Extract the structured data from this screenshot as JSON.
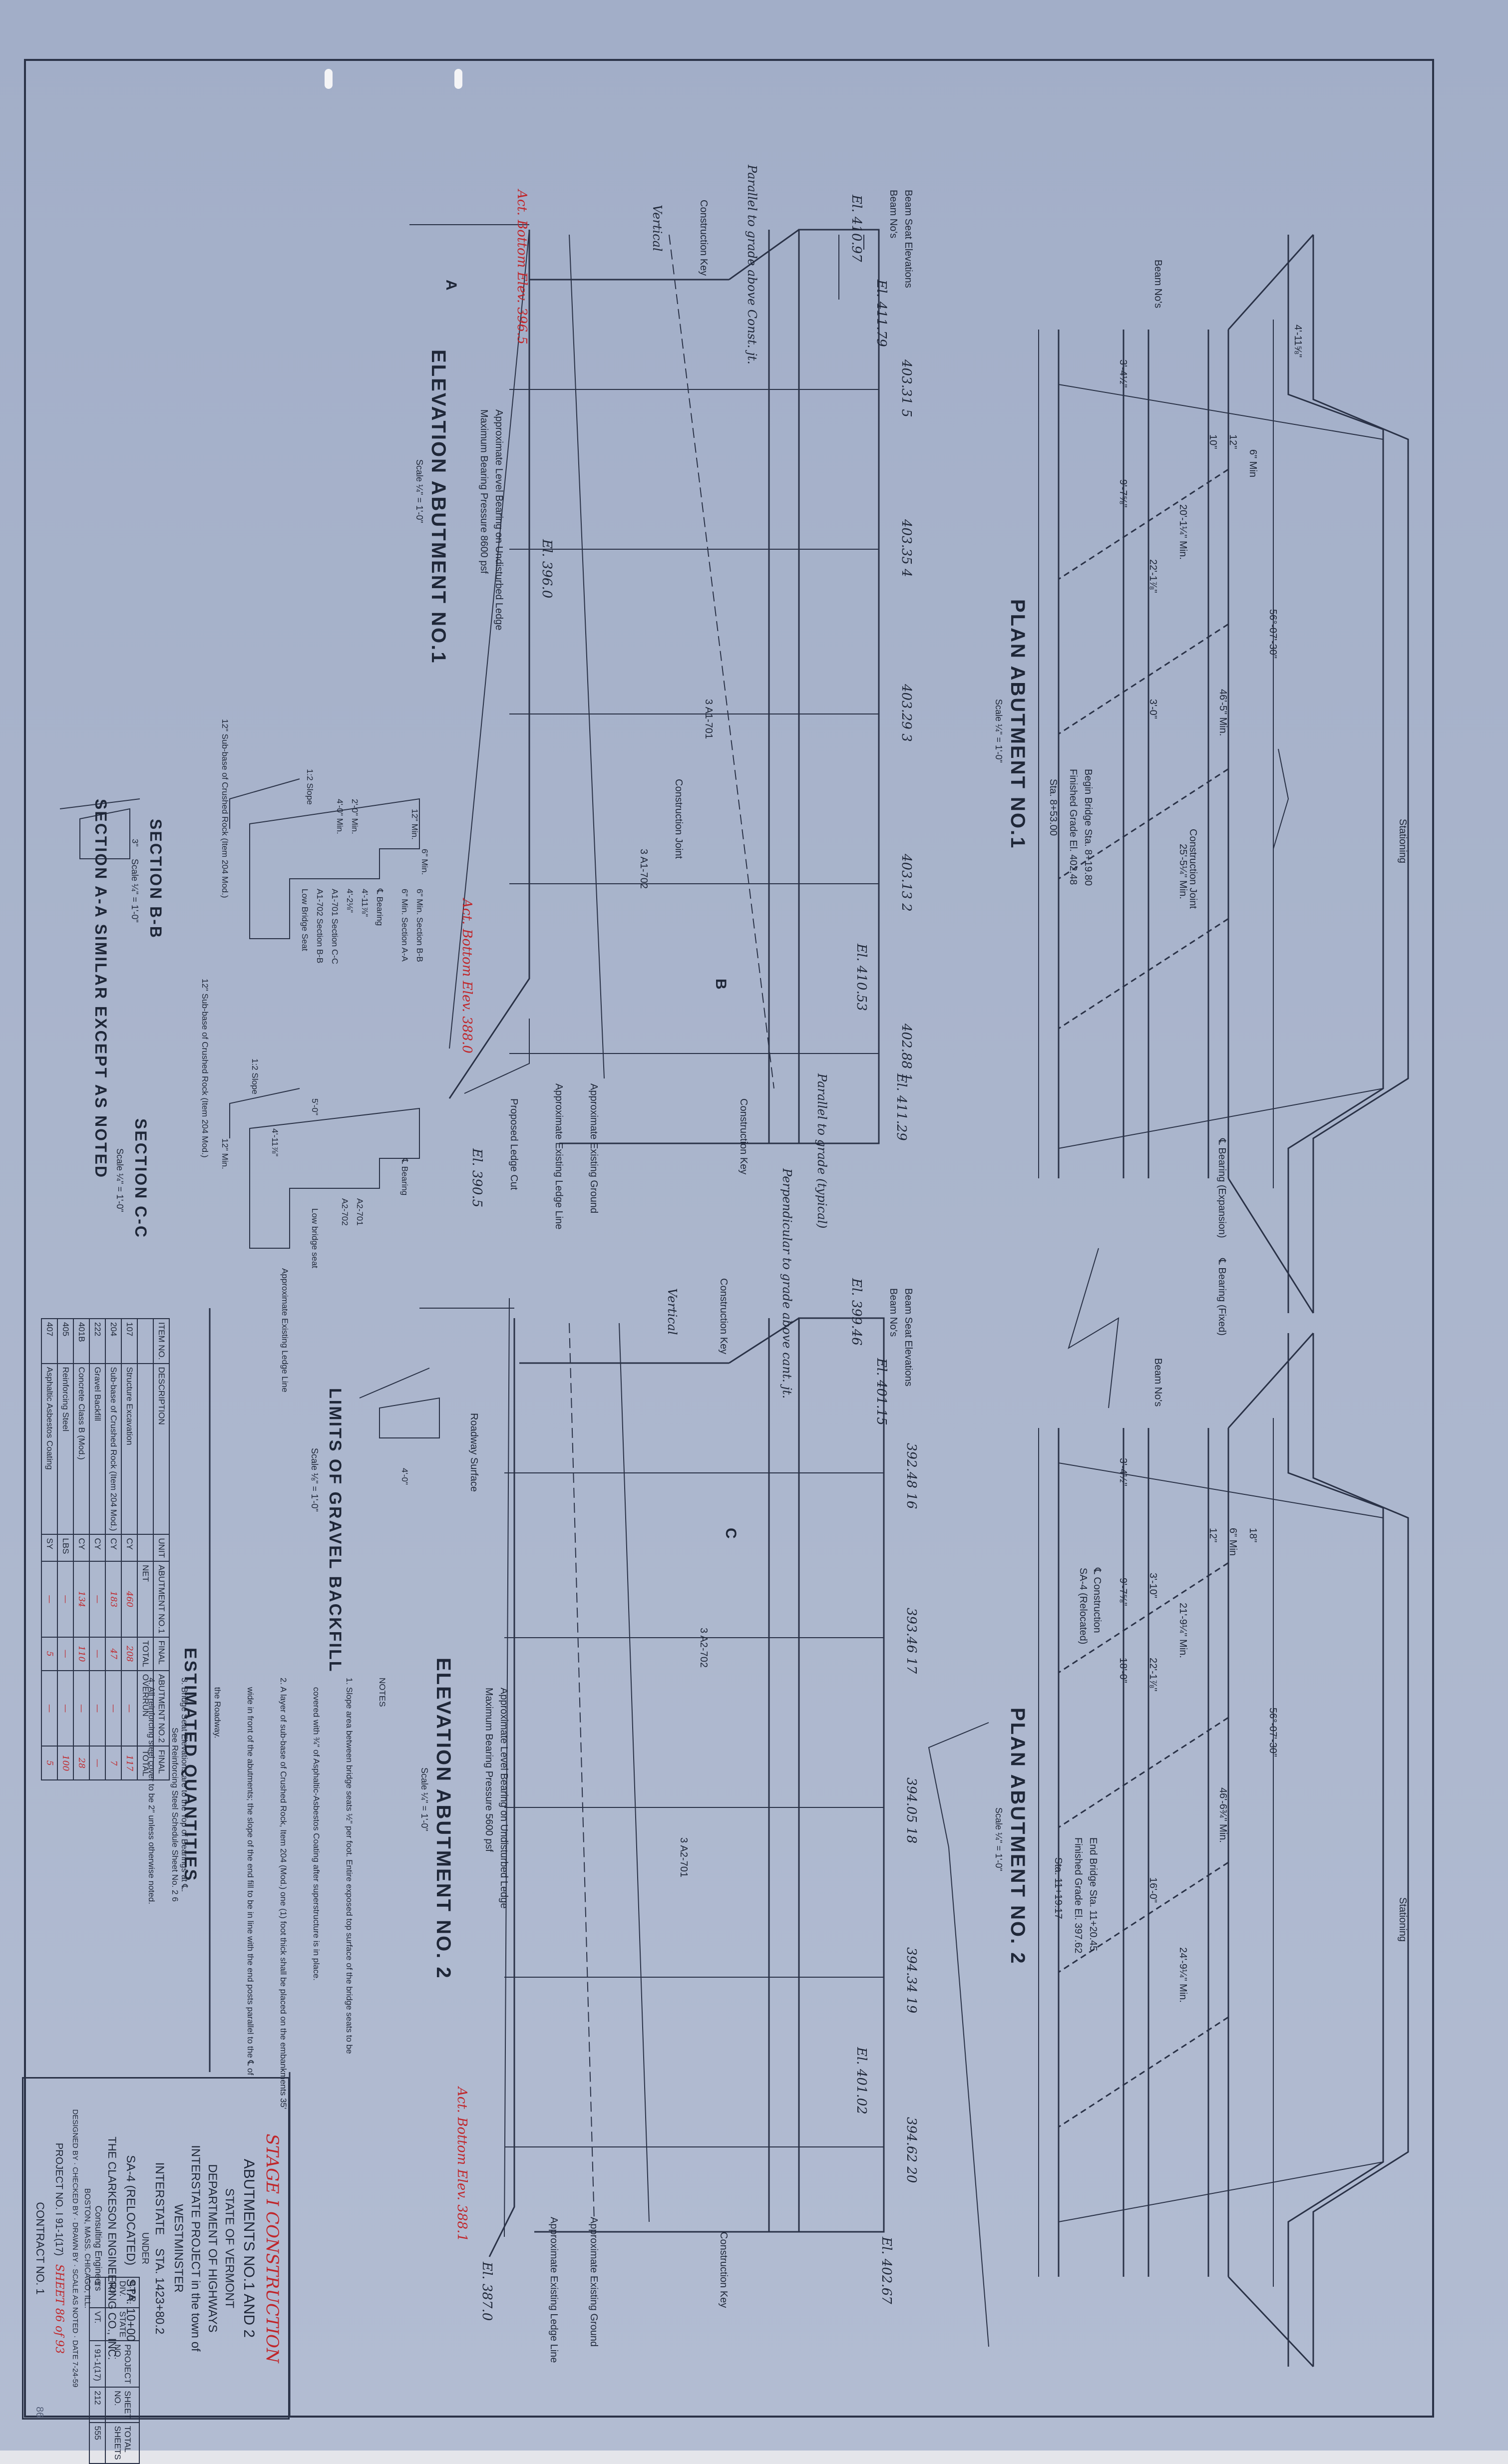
{
  "titles": {
    "plan1": "PLAN ABUTMENT NO.1",
    "plan2": "PLAN ABUTMENT NO. 2",
    "elev1": "ELEVATION ABUTMENT NO.1",
    "elev2": "ELEVATION ABUTMENT NO. 2",
    "gravel": "LIMITS OF GRAVEL BACKFILL",
    "secbb": "SECTION B-B",
    "secaa": "SECTION A-A SIMILAR EXCEPT AS NOTED",
    "seccc": "SECTION C-C",
    "qty": "ESTIMATED QUANTITIES"
  },
  "scales": {
    "plan1": "Scale ¼\" = 1'-0\"",
    "plan2": "Scale ¼\" = 1'-0\"",
    "elev1": "Scale ¼\" = 1'-0\"",
    "elev2": "Scale ¼\" = 1'-0\"",
    "gravel": "Scale ⅛\" = 1'-0\"",
    "secbb": "Scale ¼\" = 1'-0\"",
    "seccc": "Scale ¼\" = 1'-0\""
  },
  "plan1": {
    "begin_bridge": "Begin Bridge Sta. 8+19.80",
    "begin_grade": "Finished Grade El. 402.48",
    "sta": "Sta. 8+53.00",
    "beam_nos": "Beam No's",
    "stationing": "Stationing",
    "bearing_exp": "℄ Bearing (Expansion)",
    "bearing_fixed": "℄ Bearing (Fixed)",
    "construction_joint": "Construction Joint",
    "dims": [
      "20'-1¼\" Min.",
      "46'-5\" Min.",
      "25'-5¼\" Min.",
      "22'-1⅞\"",
      "9'-7⅝\"",
      "3'-4½\"",
      "56°-07'-30\"",
      "3'-0\"",
      "4'-11⅝\"",
      "6\" Min",
      "12\"",
      "10\""
    ]
  },
  "plan2": {
    "end_bridge": "End Bridge Sta. 11+20.45",
    "end_grade": "Finished Grade El. 397.62",
    "sta": "Sta. 11+19.17",
    "construction": "℄ Construction",
    "sa4": "SA-4 (Relocated)",
    "beam_nos": "Beam No's",
    "stationing": "Stationing",
    "dims": [
      "21'-9¼\" Min.",
      "46'-6¾\" Min.",
      "24'-9¼\" Min.",
      "22'-1⅞\"",
      "9'-7⅝\"",
      "3'-4½\"",
      "56°-07'-30\"",
      "3'-10\"",
      "18'-0\"",
      "16'-0\"",
      "6\" Min",
      "12\"",
      "18\""
    ]
  },
  "elev1": {
    "beam_seat": "Beam Seat Elevations",
    "beam_nos": "Beam No's",
    "seats": [
      {
        "no": "5",
        "el": "403.31"
      },
      {
        "no": "4",
        "el": "403.35"
      },
      {
        "no": "3",
        "el": "403.29"
      },
      {
        "no": "2",
        "el": "403.13"
      },
      {
        "no": "1",
        "el": "402.88"
      }
    ],
    "el_left1": "El. 410.97",
    "el_left2": "El. 411.79",
    "el_right1": "El. 410.53",
    "el_right2": "El. 411.29",
    "ledge_el": "El. 396.0",
    "ledge_el2": "El. 390.5",
    "parallel": "Parallel to grade",
    "typical": "(typical)",
    "perp": "Perpendicular to grade above cant. jt.",
    "notes_left": [
      "Parallel",
      "to grade",
      "above",
      "Const. jt."
    ],
    "vertical": "Vertical",
    "construction_key": "Construction Key",
    "bar1": "3 A1-701",
    "bar2": "3 A1-702",
    "cjoint": "Construction Joint",
    "approx_ground": "Approximate Existing Ground",
    "approx_ledge": "Approximate Existing Ledge Line",
    "ledge_cut": "Proposed Ledge Cut",
    "bearing_note1": "Approximate Level Bearing on Undisturbed Ledge",
    "bearing_note2": "Maximum Bearing Pressure 8600 psf",
    "red_note1": "Act. Bottom Elev. 396.5",
    "red_note2": "Act. Bottom Elev. 388.0",
    "section_a": "A",
    "section_b": "B"
  },
  "elev2": {
    "beam_seat": "Beam Seat Elevations",
    "beam_nos": "Beam No's",
    "seats": [
      {
        "no": "16",
        "el": "392.48"
      },
      {
        "no": "17",
        "el": "393.46"
      },
      {
        "no": "18",
        "el": "394.05"
      },
      {
        "no": "19",
        "el": "394.34"
      },
      {
        "no": "20",
        "el": "394.62"
      }
    ],
    "el_left1": "El. 399.46",
    "el_left2": "El. 401.15",
    "el_right1": "El. 401.02",
    "el_right2": "El. 402.67",
    "ledge_el": "El. 387.0",
    "vertical": "Vertical",
    "construction_key": "Construction Key",
    "bar1": "3 A2-702",
    "bar2": "3 A2-701",
    "approx_ground": "Approximate Existing Ground",
    "approx_ledge": "Approximate Existing Ledge Line",
    "roadway": "Roadway Surface",
    "bearing_note1": "Approximate Level Bearing on Undisturbed Ledge",
    "bearing_note2": "Maximum Bearing Pressure 5600 psf",
    "red_note": "Act. Bottom Elev. 388.1",
    "section_c": "C"
  },
  "sections": {
    "bb_labels": [
      "2'-0\" Min.",
      "4'-0\" Min.",
      "12\" Sub-base of Crushed Rock (Item 204 Mod.)",
      "1:2 Slope",
      "℄ Bearing",
      "4'-11⅞\"",
      "4'-2⅛\"",
      "A1-701 Section C-C",
      "A1-702 Section B-B",
      "6\" Min. Section A-A",
      "6\" Min. Section B-B",
      "Low Bridge Seat",
      "12\" Min.",
      "6\" Min."
    ],
    "cc_labels": [
      "℄ Bearing",
      "A2-701",
      "A2-702",
      "Low bridge seat",
      "Approximate Existing Ledge Line",
      "12\" Min.",
      "5'-0\"",
      "4'-11⅞\"",
      "12\" Sub-base of Crushed Rock (Item 204 Mod.)",
      "1:2 Slope"
    ],
    "aa_label": "3\"",
    "gravel_label": "4'-0\""
  },
  "quantities": {
    "headers": [
      "ITEM NO.",
      "DESCRIPTION",
      "UNIT",
      "ABUTMENT NO.1",
      "ABUTMENT NO.2"
    ],
    "subheaders": [
      "NET",
      "OVERRUN",
      "TOTAL",
      "FINAL"
    ],
    "rows": [
      {
        "item": "107",
        "desc": "Structure Excavation",
        "unit": "CY",
        "a1": "460",
        "a1f": "208",
        "a2": "—",
        "a2f": "117"
      },
      {
        "item": "204",
        "desc": "Sub-base of Crushed Rock (Item 204 Mod.)",
        "unit": "CY",
        "a1": "183",
        "a1f": "47",
        "a2": "—",
        "a2f": "7"
      },
      {
        "item": "222",
        "desc": "Gravel Backfill",
        "unit": "CY",
        "a1": "—",
        "a1f": "—",
        "a2": "—",
        "a2f": "—"
      },
      {
        "item": "401B",
        "desc": "Concrete Class B (Mod.)",
        "unit": "CY",
        "a1": "134",
        "a1f": "110",
        "a2": "—",
        "a2f": "28"
      },
      {
        "item": "405",
        "desc": "Reinforcing Steel",
        "unit": "LBS",
        "a1": "—",
        "a1f": "—",
        "a2": "—",
        "a2f": "100"
      },
      {
        "item": "407",
        "desc": "Asphaltic Asbestos Coating",
        "unit": "SY",
        "a1": "—",
        "a1f": "5",
        "a2": "—",
        "a2f": "5"
      }
    ],
    "steel_note": "See Reinforcing Steel Schedule Sheet No. 2 6"
  },
  "notes": {
    "heading": "NOTES",
    "lines": [
      "1. Slope area between bridge seats ½\" per foot. Entire exposed top surface of the bridge seats to be",
      "    covered with ¾\" of Asphaltic-Asbestos Coating after superstructure is in place.",
      "2. A layer of sub-base of Crushed Rock, Item 204 (Mod.) one (1) foot thick shall be placed on the embankments 35'",
      "    wide in front of the abutments; the slope of the end fill to be in line with the end posts parallel to the ℄ of",
      "    the Roadway.",
      "3. Bridge Seat Elevations are to the Top of Bearings at ℄.",
      "4. All reinforcing steel cover to be 2\" unless otherwise noted."
    ]
  },
  "title_block": {
    "stage": "STAGE I CONSTRUCTION",
    "abutments": "ABUTMENTS NO.1 AND 2",
    "state": "STATE OF VERMONT",
    "dept": "DEPARTMENT OF HIGHWAYS",
    "project": "INTERSTATE PROJECT in the town of",
    "town": "WESTMINSTER",
    "interstate": "INTERSTATE",
    "interstate_sta": "STA. 1423+80.2",
    "under": "UNDER",
    "sa4": "SA-4 (RELOCATED)",
    "sa4_sta": "STA. 10+00",
    "firm": "THE CLARKESON ENGINEERING CO., INC.",
    "firm_sub": "Consulting Engineers",
    "cities": "BOSTON, MASS.  CHICAGO, ILL.",
    "designed": "DESIGNED BY",
    "checked": "CHECKED BY",
    "drawn": "DRAWN BY",
    "scale_note": "SCALE AS NOTED",
    "date": "DATE 7-24-59",
    "project_no": "PROJECT NO. I 91-1(17)",
    "sheet": "SHEET 86 of 93",
    "contract": "CONTRACT NO. 1",
    "page": "86"
  },
  "header_box": {
    "row1": [
      "B.P.R. DIV. NO.",
      "STATE",
      "PROJECT NO.",
      "SHEET NO.",
      "TOTAL SHEETS"
    ],
    "row2": [
      "1",
      "VT.",
      "I 91-1(17)",
      "212",
      "555"
    ]
  }
}
